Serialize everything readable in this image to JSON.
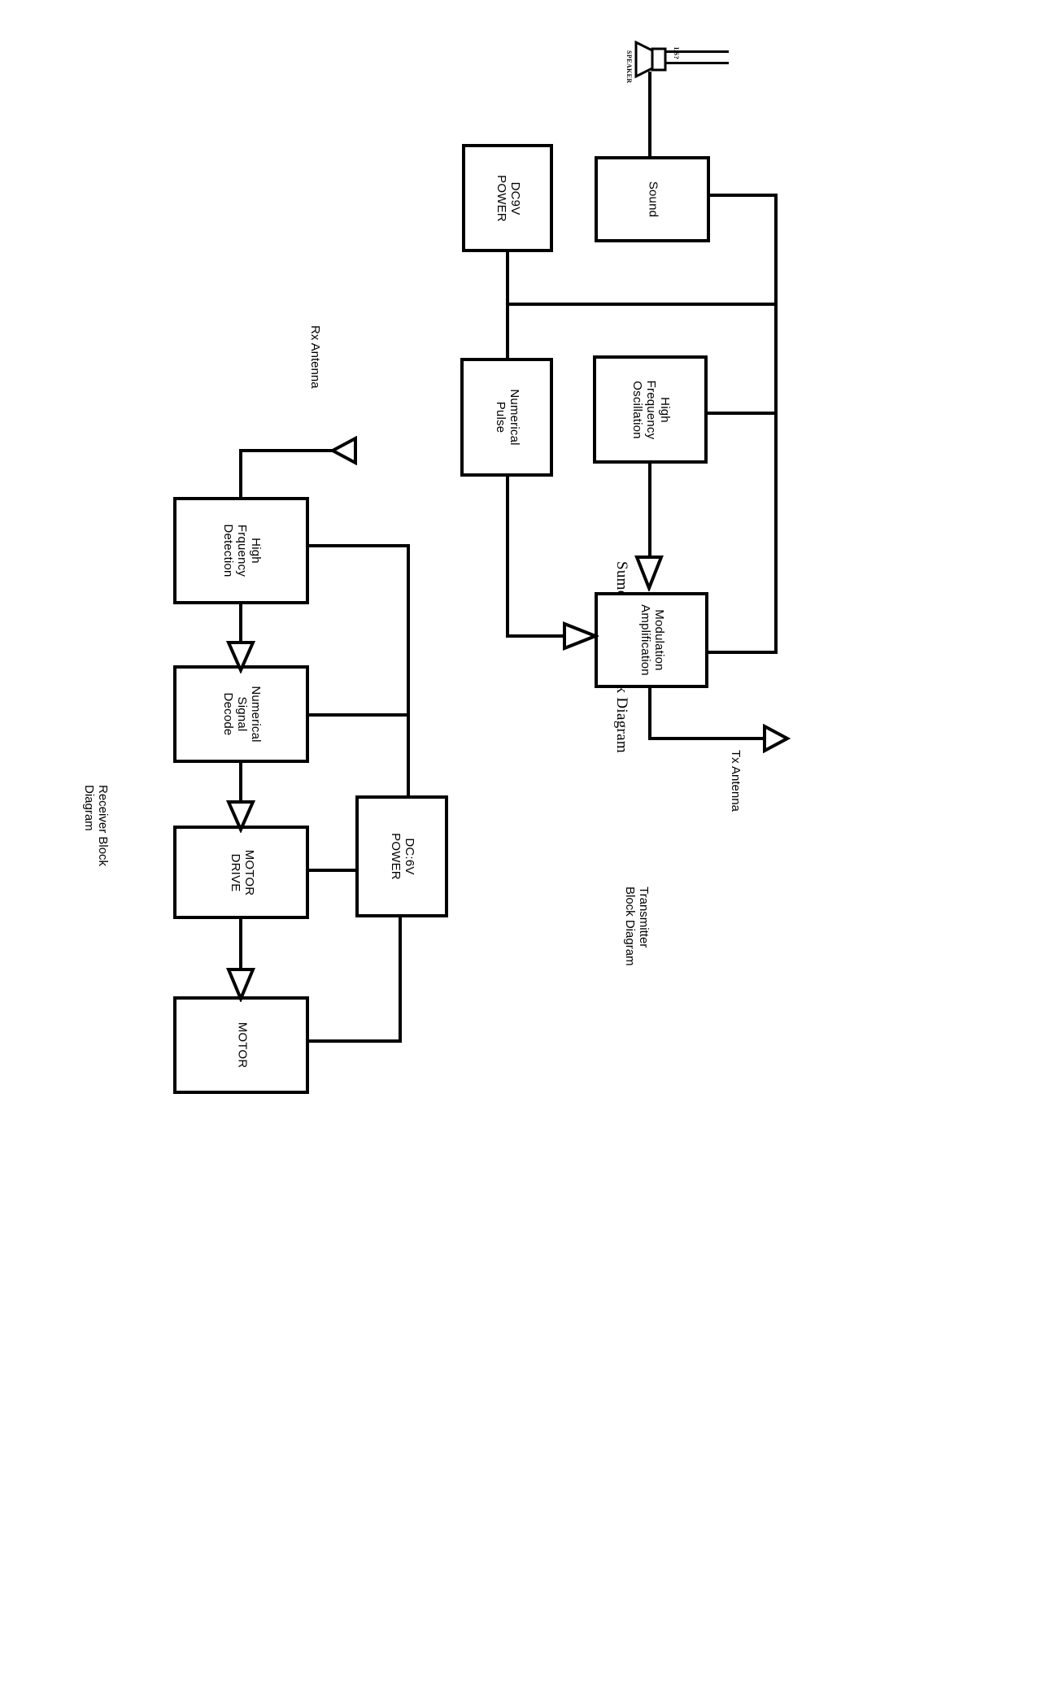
{
  "page": {
    "title": "Sumo Tx / Rx Block Diagram",
    "background": "#ffffff",
    "ink": "#000000",
    "orientation": "rotated-90-clockwise"
  },
  "titles": {
    "main": "Sumo Tx / Rx Block Diagram",
    "transmitter": "Transmitter\nBlock Diagram",
    "receiver": "Receiver Block\nDiagram"
  },
  "transmitter": {
    "blocks": [
      {
        "id": "dc9v",
        "label": "DC9V\nPOWER"
      },
      {
        "id": "sound",
        "label": "Sound"
      },
      {
        "id": "numpulse",
        "label": "Numerical\nPulse"
      },
      {
        "id": "hfosc",
        "label": "High\nFrequency\nOscillation"
      },
      {
        "id": "modamp",
        "label": "Modulation\nAmplification"
      }
    ],
    "labels": {
      "speaker": "SPEAKER",
      "speaker_ref": "LS?",
      "tx_antenna": "Tx Antenna"
    }
  },
  "receiver": {
    "blocks": [
      {
        "id": "hfdet",
        "label": "High\nFrquency\nDetection"
      },
      {
        "id": "numdec",
        "label": "Numerical\nSignal\nDecode"
      },
      {
        "id": "mdrive",
        "label": "MOTOR\nDRIVE"
      },
      {
        "id": "motor",
        "label": "MOTOR"
      },
      {
        "id": "dc6v",
        "label": "DC:6V\nPOWER"
      }
    ],
    "labels": {
      "rx_antenna": "Rx Antenna"
    }
  }
}
